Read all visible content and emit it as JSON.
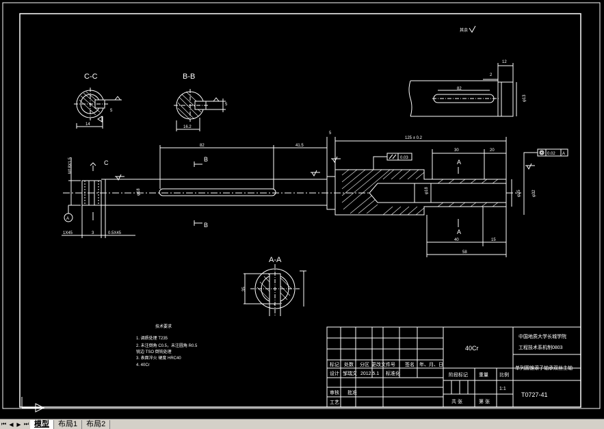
{
  "drawing": {
    "sections": {
      "c_c": "C-C",
      "b_b": "B-B",
      "a_a": "A-A"
    },
    "view_markers": {
      "c": "C",
      "b_top": "B",
      "b_bottom": "B",
      "a_top": "A",
      "a_bottom": "A"
    },
    "dimensions": {
      "c_width": "14",
      "c_depth": "5",
      "b_width": "16.2",
      "b_depth": "5",
      "len_82": "82",
      "len_41_5": "41.5",
      "len_5": "5",
      "len_125": "125 ± 0.2",
      "len_30": "30",
      "len_20": "20",
      "len_40": "40",
      "len_15": "15",
      "len_58": "58",
      "thread": "M18X1.5",
      "chamfer_1": "1X45",
      "len_3": "3",
      "chamfer_2": "0.5X45",
      "detail_12": "12",
      "detail_2": "2",
      "detail_82": "82",
      "detail_dia": "φ13",
      "dia_18": "φ18",
      "dia_25": "φ25",
      "dia_32": "φ32",
      "aa_dim": "35"
    },
    "tolerances": {
      "cylindricity": "0.03",
      "coaxiality": "0.02",
      "datum": "A",
      "datum_ref": "A"
    },
    "notes": {
      "title": "技术要求",
      "lines": [
        "1. 调质处理 T235",
        "2. 未注倒角 C0.5，未注圆角 R0.5",
        "   锐边 TSO 倒钝处理",
        "3. 表面淬火 硬度 HRC40",
        "4. 40Cr"
      ]
    },
    "surface_mark": "其余"
  },
  "title_block": {
    "material": "40Cr",
    "school": "中国地质大学长城学院",
    "class": "工程技术系机制0803",
    "part_name": "单列圆锥滚子轴承双丝主轴",
    "drawing_no": "T0727-41",
    "header_row": [
      "标记",
      "处数",
      "分区",
      "更改文件号",
      "签名",
      "年、月、日"
    ],
    "design": "设计",
    "designer": "邹瑞文",
    "date": "2012.5.1",
    "standardize": "标准化",
    "stage_mark": "阶段标记",
    "weight": "重量",
    "scale": "比例",
    "scale_value": "1:1",
    "review": "审核",
    "approve": "批准",
    "process": "工艺",
    "sheets": "共 张",
    "sheet": "第 张"
  },
  "tabs": {
    "items": [
      "模型",
      "布局1",
      "布局2"
    ],
    "active": 0
  }
}
